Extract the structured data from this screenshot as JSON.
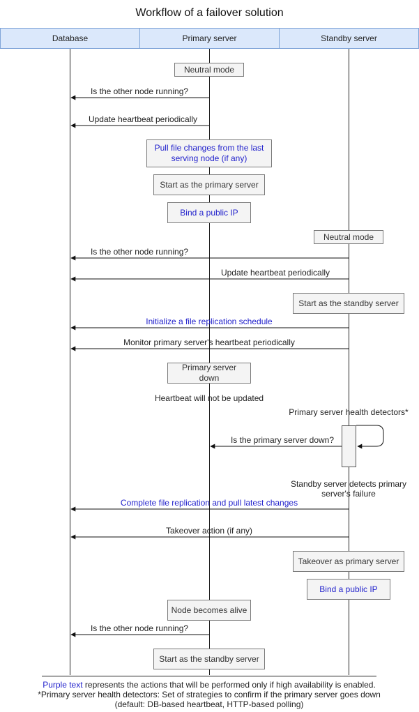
{
  "title": "Workflow of a failover solution",
  "lanes": [
    "Database",
    "Primary server",
    "Standby server"
  ],
  "boxes": {
    "neutral_primary": "Neutral mode",
    "pull_changes": "Pull file changes from the last serving node (if any)",
    "start_primary": "Start as the primary server",
    "bind_ip_primary": "Bind a public IP",
    "neutral_standby": "Neutral mode",
    "start_standby": "Start as the standby server",
    "primary_down": "Primary server down",
    "takeover": "Takeover as primary server",
    "bind_ip_standby": "Bind a public IP",
    "node_alive": "Node becomes alive",
    "start_standby_again": "Start as the standby server"
  },
  "messages": {
    "m1": "Is the other node running?",
    "m2": "Update heartbeat periodically",
    "m3": "Is the other node running?",
    "m4": "Update heartbeat periodically",
    "m5": "Initialize a file replication schedule",
    "m6": "Monitor primary server's heartbeat periodically",
    "m7": "Is the primary server down?",
    "m8": "Complete file replication and pull latest changes",
    "m9": "Takeover action (if any)",
    "m10": "Is the other node running?"
  },
  "notes": {
    "heartbeat_not_updated": "Heartbeat will not be updated",
    "health_detectors": "Primary server health detectors*",
    "detects_failure": "Standby server detects primary server's failure"
  },
  "footer": {
    "purple_text": "Purple text",
    "line1_rest": " represents the actions that will be performed only if high availability is enabled.",
    "line2": "*Primary server health detectors: Set of strategies to confirm if the primary server goes down (default: DB-based heartbeat, HTTP-based polling)"
  },
  "colors": {
    "purple_text": "#2222cc",
    "lane_header_bg": "#dbe8fb",
    "lane_header_border": "#7fa4d8",
    "box_bg": "#f4f4f4"
  }
}
